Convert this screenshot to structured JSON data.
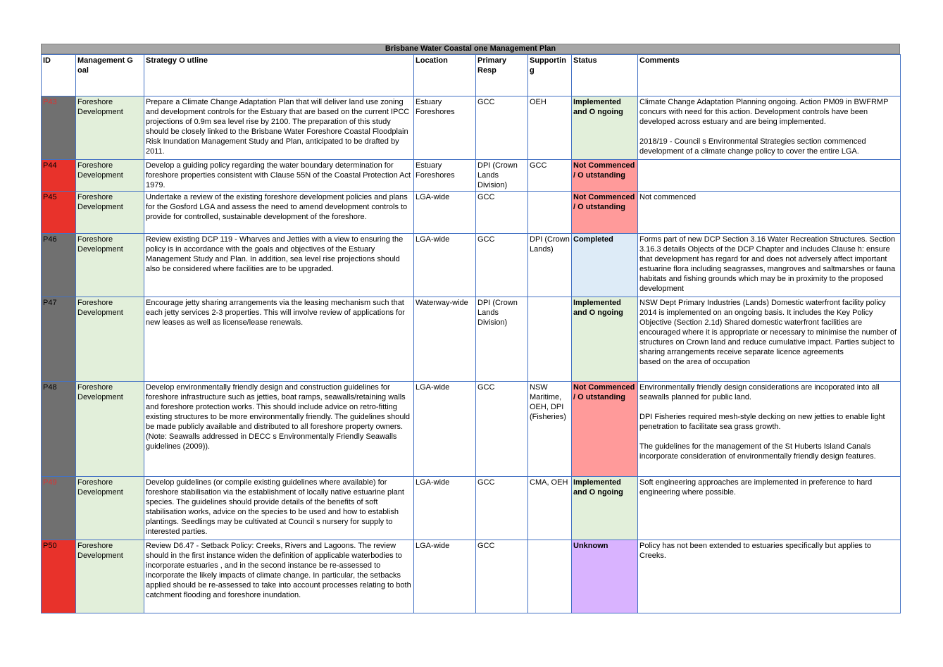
{
  "title": "Brisbane Water Coastal    one Management Plan",
  "headers": {
    "id": "ID",
    "goal": "Management G oal",
    "strategy": "Strategy O utline",
    "location": "Location",
    "primary": "Primary Resp",
    "supporting": "Supportin g",
    "status": "Status",
    "comments": "Comments"
  },
  "colors": {
    "implemented": "#e2efda",
    "not_commenced": "#ff9a9a",
    "completed": "#ddebf7",
    "unknown": "#d9b3ff",
    "id_red": "#e8322b",
    "id_grey": "#707070"
  },
  "rows": [
    {
      "id": "P43",
      "goal": "Foreshore Development",
      "strategy": "Prepare a Climate Change Adaptation Plan that will deliver land use zoning and development controls for the Estuary that are based on the current IPCC projections of 0.9m sea level rise by 2100. The preparation of this study should be closely linked to the Brisbane Water Foreshore Coastal Floodplain Risk Inundation Management Study and Plan, anticipated to be drafted by 2011.",
      "location": "Estuary Foreshores",
      "primary": "GCC",
      "supporting": "OEH",
      "status": "Implemented and O ngoing",
      "comments": "Climate Change Adaptation Planning ongoing. Action PM09 in BWFRMP concurs with need for this action. Development controls have been developed across estuary and are being implemented.\n\n2018/19 - Council    s Environmental Strategies section commenced development of a climate change policy to cover the entire LGA."
    },
    {
      "id": "P44",
      "goal": "Foreshore Development",
      "strategy": "Develop a guiding policy regarding the water boundary determination for foreshore properties consistent with Clause 55N of the Coastal Protection Act 1979.",
      "location": "Estuary Foreshores",
      "primary": "DPI (Crown Lands Division)",
      "supporting": "GCC",
      "status": "Not Commenced / O utstanding",
      "comments": ""
    },
    {
      "id": "P45",
      "goal": "Foreshore Development",
      "strategy": "Undertake a review of the existing foreshore development policies and plans for the Gosford LGA and assess the need to amend development controls to provide for controlled, sustainable development of the foreshore.",
      "location": "LGA-wide",
      "primary": "GCC",
      "supporting": "",
      "status": "Not Commenced / O utstanding",
      "comments": "Not commenced"
    },
    {
      "id": "P46",
      "goal": "Foreshore Development",
      "strategy": "Review existing DCP 119 - Wharves and Jetties with a view to ensuring the policy is in accordance with the goals and objectives of the Estuary Management Study and Plan.  In addition, sea level rise projections should also be considered where facilities are to be upgraded.",
      "location": "LGA-wide",
      "primary": "GCC",
      "supporting": "DPI (Crown Lands)",
      "status": "Completed",
      "comments": "Forms part of new DCP Section 3.16 Water Recreation Structures. Section 3.16.3 details Objects of the DCP Chapter and includes Clause h: ensure that development has regard for and does not adversely affect important estuarine flora including seagrasses, mangroves and saltmarshes or fauna habitats and fishing grounds which may be in proximity to the proposed development"
    },
    {
      "id": "P47",
      "goal": "Foreshore Development",
      "strategy": "Encourage jetty sharing arrangements via the leasing mechanism such that each jetty services 2-3 properties.  This will involve review of applications for new leases as well as license/lease renewals.",
      "location": "Waterway-wide",
      "primary": "DPI (Crown Lands Division)",
      "supporting": "",
      "status": "Implemented and O ngoing",
      "comments": "NSW Dept Primary Industries (Lands) Domestic waterfront facility policy 2014 is implemented on an ongoing basis. It includes the Key Policy Objective (Section 2.1d) Shared domestic waterfront facilities are encouraged where it is appropriate or necessary to minimise the number of structures on Crown land and reduce cumulative impact. Parties subject to sharing arrangements receive separate licence agreements\nbased on the area of occupation"
    },
    {
      "id": "P48",
      "goal": "Foreshore Development",
      "strategy": "Develop environmentally friendly design and construction guidelines for foreshore infrastructure such as jetties, boat ramps, seawalls/retaining walls and foreshore protection works.  This should include advice on retro-fitting existing structures to be more environmentally friendly.  The guidelines should be made publicly available and distributed to all foreshore property owners.  (Note: Seawalls addressed in DECC    s Environmentally Friendly Seawalls guidelines (2009)).",
      "location": "LGA-wide",
      "primary": "GCC",
      "supporting": "NSW Maritime, OEH, DPI (Fisheries)",
      "status": "Not Commenced / O utstanding",
      "comments": "Environmentally friendly design considerations are incoporated into all seawalls planned for public land.\n\nDPI Fisheries required mesh-style decking on new jetties to enable light penetration to facilitate sea grass growth.\n\nThe guidelines for the management of the St Huberts Island Canals incorporate consideration of environmentally friendly design features."
    },
    {
      "id": "P49",
      "goal": "Foreshore Development",
      "strategy": "Develop guidelines (or compile existing guidelines where available) for foreshore stabilisation via the establishment of locally native estuarine plant species.  The guidelines should provide details of the benefits of soft stabilisation works, advice on the species to be used and how to establish plantings.  Seedlings may be cultivated at Council    s nursery for supply to interested parties.",
      "location": "LGA-wide",
      "primary": "GCC",
      "supporting": "CMA, OEH",
      "status": "Implemented and O ngoing",
      "comments": "Soft engineering approaches are implemented in preference to hard engineering where possible."
    },
    {
      "id": "P50",
      "goal": "Foreshore Development",
      "strategy": "Review D6.47 - Setback Policy: Creeks, Rivers and Lagoons.  The review should in the first instance widen the definition of applicable waterbodies to incorporate     estuaries    , and in the second instance be re-assessed to incorporate the likely impacts of climate change.  In particular, the setbacks applied should be re-assessed to take into account processes relating to both catchment flooding and foreshore inundation.",
      "location": "LGA-wide",
      "primary": "GCC",
      "supporting": "",
      "status": "Unknown",
      "comments": "Policy has not been extended to estuaries specifically but applies to Creeks."
    }
  ]
}
